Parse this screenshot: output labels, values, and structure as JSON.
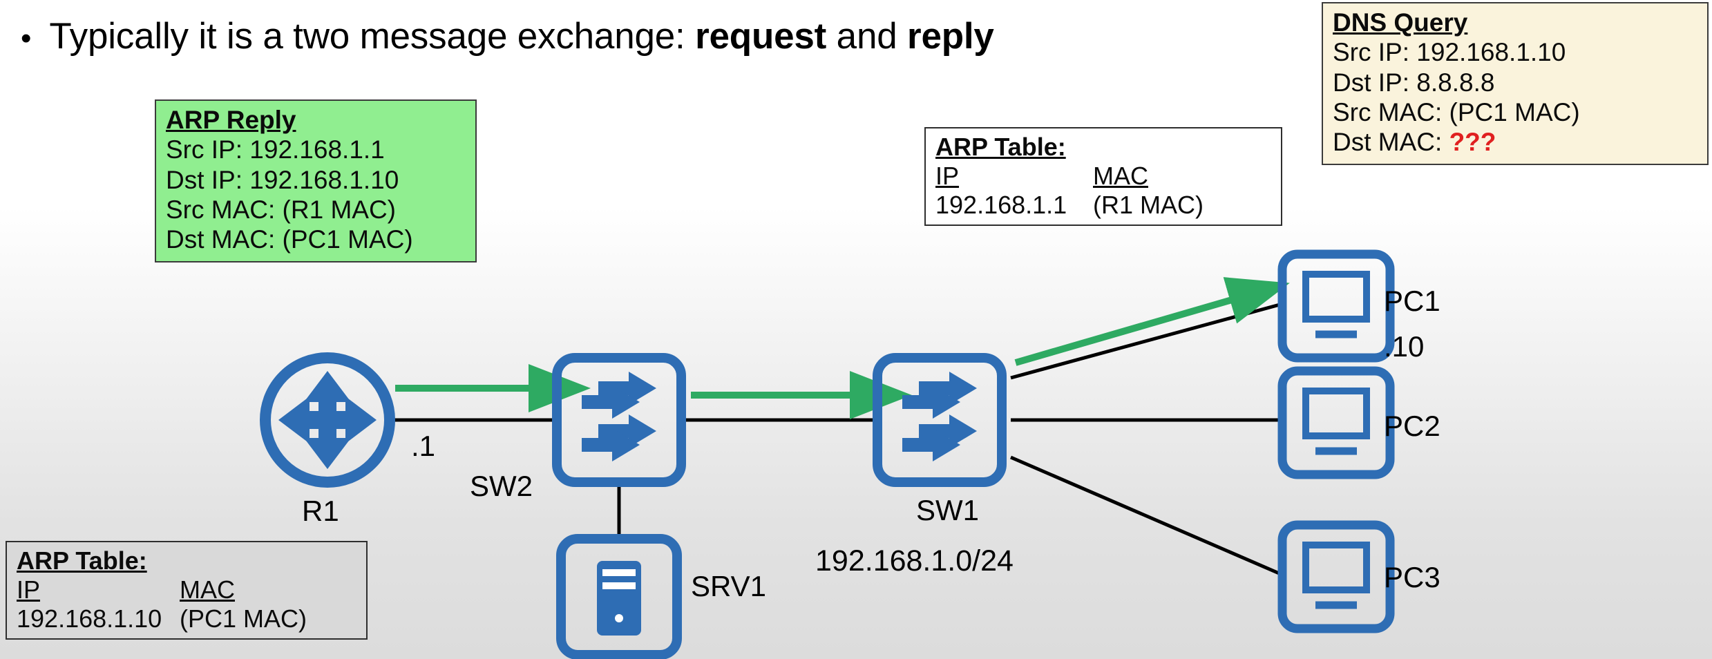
{
  "slide": {
    "bullet": {
      "marker": "•",
      "text_parts": [
        {
          "text": "Typically it is a two message exchange: ",
          "bold": false
        },
        {
          "text": "request",
          "bold": true
        },
        {
          "text": " and ",
          "bold": false
        },
        {
          "text": "reply",
          "bold": true
        }
      ],
      "full_text": "Typically it is a two message exchange: request and reply"
    }
  },
  "arp_reply_box": {
    "title": "ARP Reply",
    "rows": [
      "Src IP: 192.168.1.1",
      "Dst IP: 192.168.1.10",
      "Src MAC: (R1 MAC)",
      "Dst MAC: (PC1 MAC)"
    ],
    "background_color": "#90EE90",
    "border_color": "#3B3B3B"
  },
  "dns_query_box": {
    "title": "DNS Query",
    "rows": [
      {
        "label": "Src IP: 192.168.1.10",
        "unknown": ""
      },
      {
        "label": "Dst IP: 8.8.8.8",
        "unknown": ""
      },
      {
        "label": "Src MAC: (PC1 MAC)",
        "unknown": ""
      },
      {
        "label": "Dst MAC: ",
        "unknown": "???"
      }
    ],
    "background_color": "#FAF3DC",
    "border_color": "#3B3B3B",
    "unknown_color": "#E02020"
  },
  "arp_table_sw1": {
    "title": "ARP Table:",
    "headers": {
      "ip": "IP",
      "mac": "MAC"
    },
    "entries": [
      {
        "ip": "192.168.1.1",
        "mac": "(R1 MAC)"
      }
    ],
    "background_color": "#FFFFFF"
  },
  "arp_table_pc1": {
    "title": "ARP Table:",
    "headers": {
      "ip": "IP",
      "mac": "MAC"
    },
    "entries": [
      {
        "ip": "192.168.1.10",
        "mac": "(PC1 MAC)"
      }
    ],
    "background_color": "#D9D9D9"
  },
  "topology": {
    "device_color": "#2E6DB4",
    "link_color": "#000000",
    "arrow_color": "#2EAA62",
    "nodes": {
      "r1": {
        "label": "R1",
        "ip_suffix": ".1",
        "type": "router"
      },
      "sw2": {
        "label": "SW2",
        "type": "switch"
      },
      "sw1": {
        "label": "SW1",
        "type": "switch"
      },
      "srv1": {
        "label": "SRV1",
        "type": "server"
      },
      "pc1": {
        "label": "PC1",
        "ip_suffix": ".10",
        "type": "pc"
      },
      "pc2": {
        "label": "PC2",
        "type": "pc"
      },
      "pc3": {
        "label": "PC3",
        "type": "pc"
      }
    },
    "subnet_label": "192.168.1.0/24",
    "links": [
      {
        "from": "r1",
        "to": "sw2"
      },
      {
        "from": "sw2",
        "to": "sw1"
      },
      {
        "from": "sw2",
        "to": "srv1"
      },
      {
        "from": "sw1",
        "to": "pc1"
      },
      {
        "from": "sw1",
        "to": "pc2"
      },
      {
        "from": "sw1",
        "to": "pc3"
      }
    ],
    "flow_arrows": [
      {
        "from": "r1",
        "to": "sw2"
      },
      {
        "from": "sw2",
        "to": "sw1"
      },
      {
        "from": "sw1",
        "to": "pc1"
      }
    ]
  }
}
